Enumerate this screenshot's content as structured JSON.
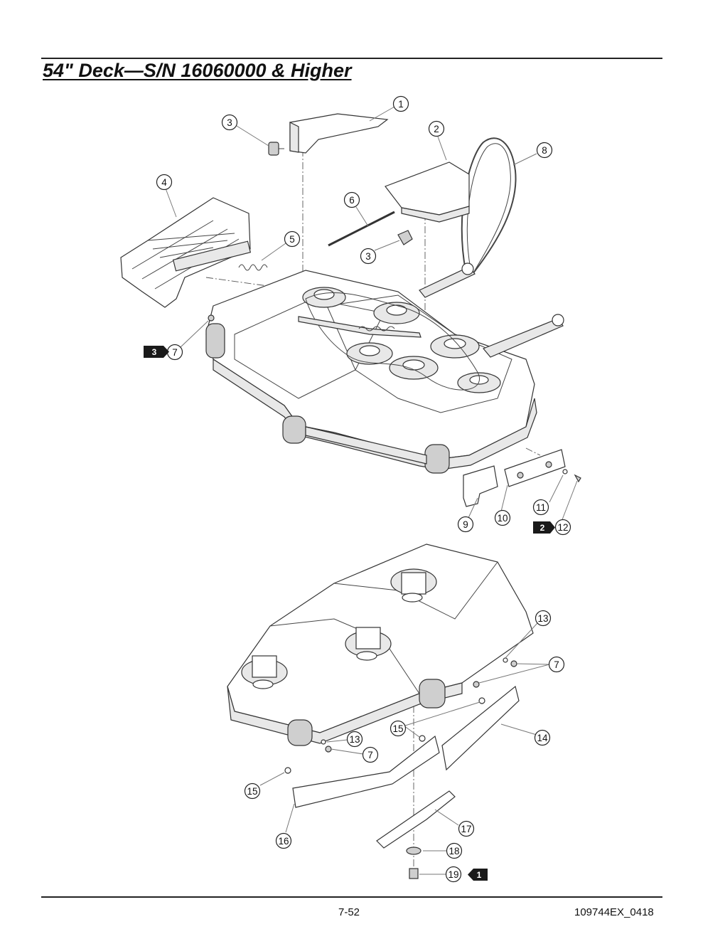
{
  "page": {
    "title": "54\" Deck—S/N 16060000 & Higher",
    "page_number": "7-52",
    "document_id": "109744EX_0418"
  },
  "callouts": {
    "c1": "1",
    "c2": "2",
    "c3a": "3",
    "c3b": "3",
    "c4": "4",
    "c5": "5",
    "c6": "6",
    "c7a": "7",
    "c7b": "7",
    "c7c": "7",
    "c8": "8",
    "c9": "9",
    "c10": "10",
    "c11": "11",
    "c12": "12",
    "c13a": "13",
    "c13b": "13",
    "c14": "14",
    "c15a": "15",
    "c15b": "15",
    "c16": "16",
    "c17": "17",
    "c18": "18",
    "c19": "19"
  },
  "flags": {
    "f3": "3",
    "f2": "2",
    "f1": "1"
  }
}
